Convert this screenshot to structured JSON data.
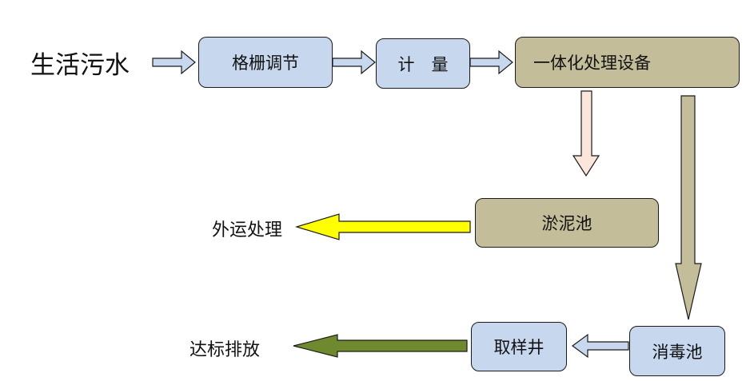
{
  "source_label": "生活污水",
  "nodes": {
    "screen_regulate": "格栅调节",
    "metering": "计　量",
    "integrated_unit": "一体化处理设备",
    "sludge_tank": "淤泥池",
    "disinfection_tank": "消毒池",
    "sampling_well": "取样井"
  },
  "outputs": {
    "sludge_out": "外运处理",
    "discharge": "达标排放"
  },
  "colors": {
    "blue_box": "#c6d7ee",
    "tan_box": "#c3bd99",
    "light_blue_arrow": "#c6d7ee",
    "pink_arrow": "#fbe6dc",
    "tan_arrow": "#c3bd99",
    "yellow_arrow": "#ffff00",
    "green_arrow": "#6f8a2e"
  }
}
